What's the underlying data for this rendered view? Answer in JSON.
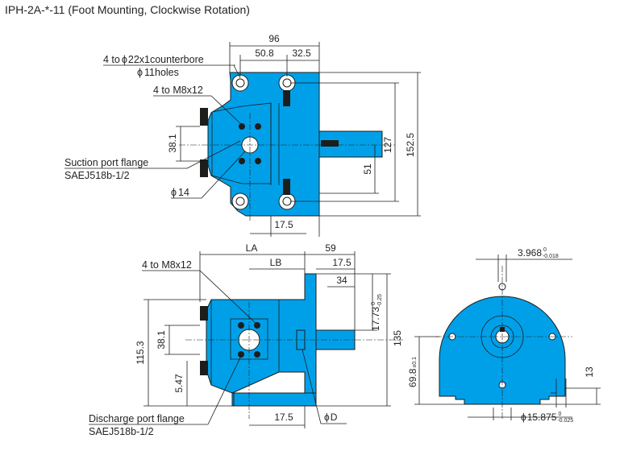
{
  "title": "IPH-2A-*-11 (Foot Mounting, Clockwise Rotation)",
  "top_view": {
    "dims": {
      "overall_width": "96",
      "offset_a": "50.8",
      "offset_b": "32.5",
      "port_spacing": "38.1",
      "shaft_height": "51",
      "height_a": "127",
      "height_b": "152.5",
      "foot_offset": "17.5"
    },
    "labels": {
      "counterbore_prefix": "4 to",
      "counterbore_size": "22x1counterbore",
      "holes_size": "11holes",
      "bolts": "4 to M8x12",
      "suction_flange": "Suction port flange",
      "suction_std": "SAEJ518b-1/2",
      "port_dia": "14"
    }
  },
  "side_view": {
    "dims": {
      "la": "LA",
      "lb": "LB",
      "len_59": "59",
      "len_17_5": "17.5",
      "len_34": "34",
      "shaft_len": "17.73",
      "tol_upper": "0",
      "tol_lower": "-0.25",
      "height_115": "115.3",
      "port_spacing": "38.1",
      "offset_547": "5.47",
      "height_135": "135",
      "foot_offset": "17.5",
      "dia_d": "D"
    },
    "labels": {
      "bolts": "4 to M8x12",
      "discharge_flange": "Discharge port flange",
      "discharge_std": "SAEJ518b-1/2"
    }
  },
  "end_view": {
    "dims": {
      "key_width": "3.968",
      "key_tol_upper": "0",
      "key_tol_lower": "-0.018",
      "shaft_height": "69.8",
      "shaft_tol": "±0.1",
      "foot_13": "13",
      "shaft_dia": "15.875",
      "dia_tol_upper": "0",
      "dia_tol_lower": "-0.025"
    }
  },
  "symbols": {
    "phi": "ϕ"
  },
  "colors": {
    "body": "#00a0e9",
    "line": "#1d1d1b"
  }
}
